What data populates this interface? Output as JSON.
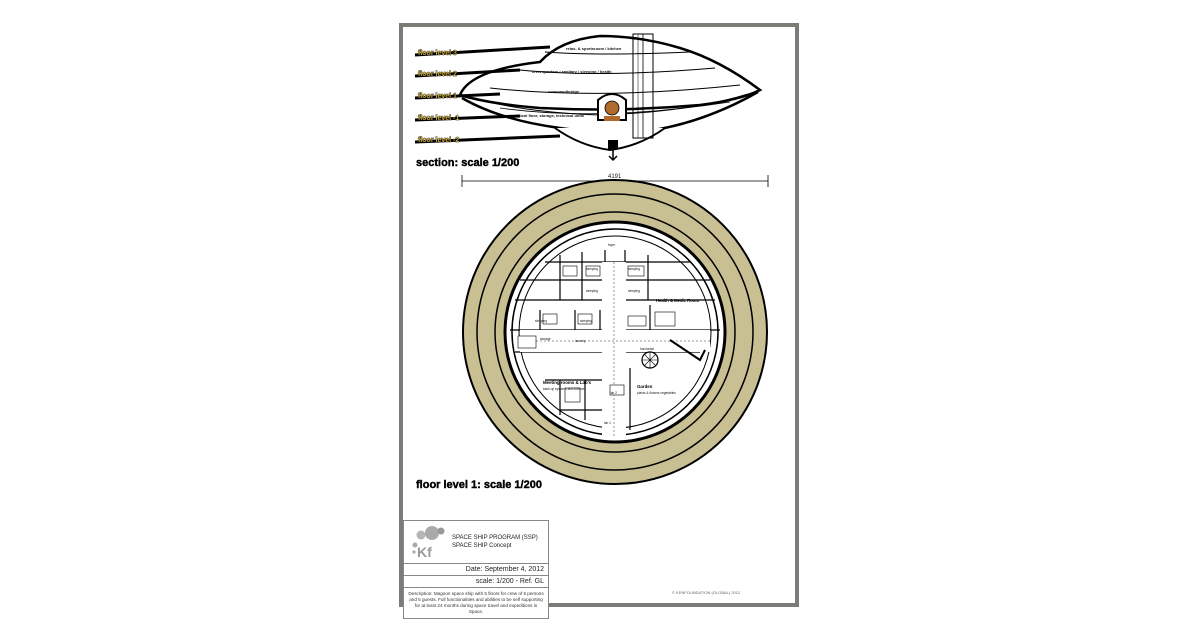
{
  "section": {
    "levels": [
      "floor level 3",
      "floor level 2",
      "floor level 1",
      "floor level -1",
      "floor level -2"
    ],
    "room_labels": [
      "relax- & sportsroom / kitchen",
      "crew quarters / sanitary / sleeping / health",
      "commandbridge",
      "technical floor, storage, technical units"
    ],
    "title": "section:  scale 1/200",
    "dimension": "4191"
  },
  "plan": {
    "title": "floor level 1:  scale 1/200",
    "rooms": {
      "foyer": "foyer",
      "sleeping": "sleeping",
      "meeting": "Meeting rooms & Lab's",
      "meeting_sub": "back up systems and Archives",
      "garden": "Garden",
      "garden_sub": "plants & flowers vegetables",
      "lab2": "lab 2",
      "lab1": "lab 1",
      "storage": "storage",
      "laundry": "laundry",
      "health": "Health & Medic Room",
      "horizontal": "horizontal"
    }
  },
  "titleblock": {
    "logo": "Kf",
    "program": "SPACE SHIP PROGRAM (SSP)",
    "concept": "SPACE SHIP Concept",
    "date": "Date: September 4, 2012",
    "scale": "scale: 1/200 - Ref. GL",
    "description": "Description: Magoon space ship with 5 floors for crew of 5 persons and 5 guests. Full functionalities and abilities to be self supporting for at least 24 months during space travel and expeditions in Space."
  },
  "copyright": "© KENFOUNDATION (GLOBAL) 2012",
  "colors": {
    "ring": "#c8bf93",
    "frame": "#7d7b76",
    "level_tag": "#c9a93a",
    "copper": "#b06a2c"
  }
}
